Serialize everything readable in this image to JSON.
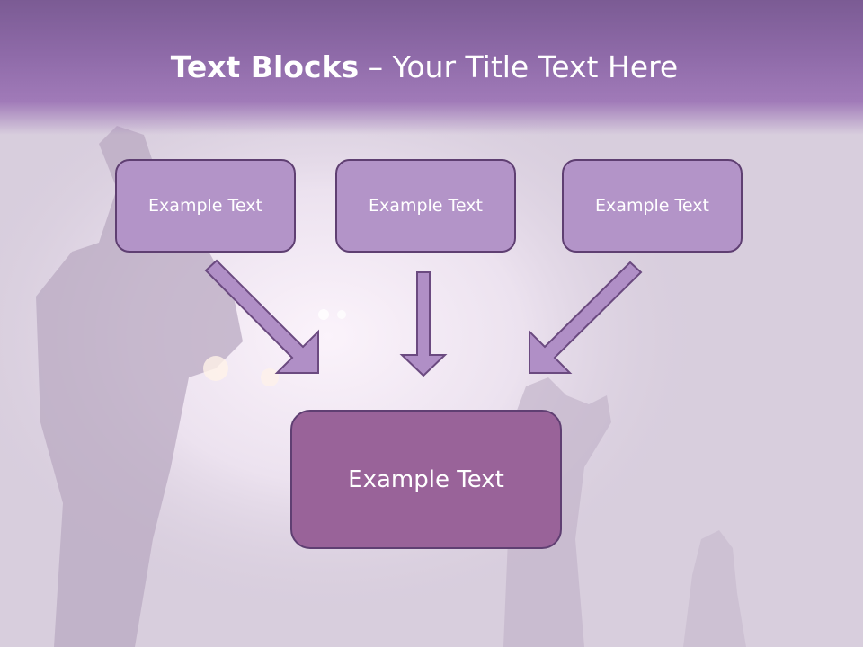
{
  "slide": {
    "title_bold": "Text Blocks",
    "title_dash": " – ",
    "title_rest": "Your Title Text Here"
  },
  "blocks": {
    "top": [
      "Example Text",
      "Example Text",
      "Example Text"
    ],
    "bottom": "Example Text"
  },
  "colors": {
    "title_band": "#8e6aa8",
    "small_box_fill": "#b394c8",
    "big_box_fill": "#996399",
    "box_border": "#5f3f72",
    "arrow_fill": "#b08fc6",
    "arrow_stroke": "#6b4a80"
  },
  "icons": {
    "arrow_left": "arrow-down-right-icon",
    "arrow_center": "arrow-down-icon",
    "arrow_right": "arrow-down-left-icon"
  }
}
